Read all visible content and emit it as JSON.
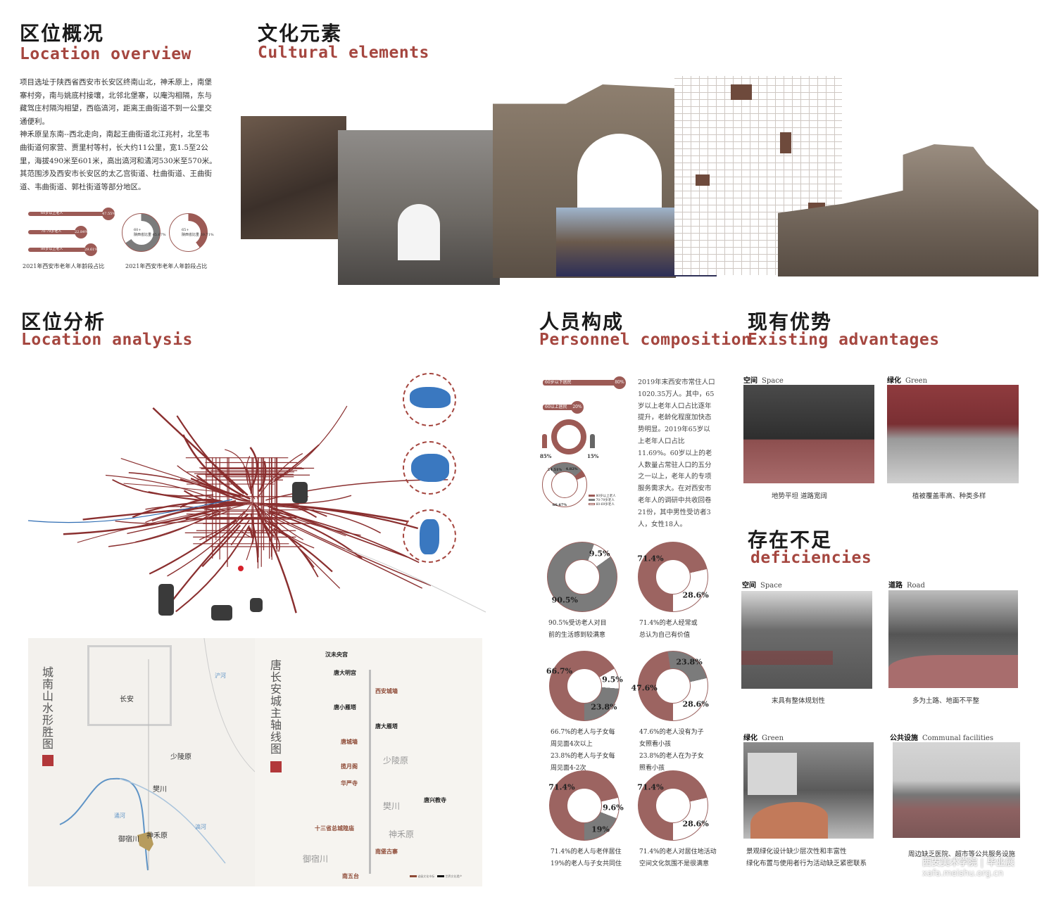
{
  "overview": {
    "title_cn": "区位概况",
    "title_en": "Location overview",
    "paragraphs": [
      "项目选址于陕西省西安市长安区终南山北，神禾原上，南堡寨村旁，南与姚底村接壤，北邻北堡寨，以庵沟相隔，东与藏驾庄村隔沟相望，西临滈河，距离王曲街道不到一公里交通便利。",
      "神禾原呈东南--西北走向，南起王曲街道北江兆村，北至韦曲街道何家营、贾里村等村，长大约11公里，宽1.5至2公里，海拔490米至601米，高出滈河和潏河530米至570米。",
      "其范围涉及西安市长安区的太乙宫街道、杜曲街道、王曲街道、韦曲街道、郭杜街道等部分地区。"
    ],
    "bars": [
      {
        "label": "60岁以上老人",
        "value": "47.55%",
        "fraction": 1.0
      },
      {
        "label": "70-79岁老人",
        "value": "22.84%",
        "fraction": 0.48
      },
      {
        "label": "80岁以上老人",
        "value": "29.61%",
        "fraction": 0.62
      }
    ],
    "rings": [
      {
        "label": "60+",
        "sub": "陕西省比重",
        "value": "65.67%",
        "fraction": 0.6567,
        "color": "#7b7b7b"
      },
      {
        "label": "65+",
        "sub": "陕西省比重",
        "value": "39.71%",
        "fraction": 0.3971,
        "color": "#9c5a55"
      }
    ],
    "caption_bars": "2021年西安市老年人年龄段占比",
    "caption_rings": "2021年西安市老年人年龄段占比"
  },
  "culture": {
    "title_cn": "文化元素",
    "title_en": "Cultural elements"
  },
  "analysis": {
    "title_cn": "区位分析",
    "title_en": "Location analysis",
    "map_left": {
      "title": "城南山水形胜图",
      "labels": [
        "长安",
        "少陵原",
        "樊川",
        "神禾原",
        "御宿川",
        "潏河",
        "浐河",
        "滈河"
      ]
    },
    "map_right": {
      "title": "唐长安城主轴线图",
      "landmarks": [
        {
          "name": "汉未央宫",
          "type": "world"
        },
        {
          "name": "唐大明宫",
          "type": "world"
        },
        {
          "name": "西安城墙",
          "type": "local"
        },
        {
          "name": "唐小雁塔",
          "type": "world"
        },
        {
          "name": "唐大雁塔",
          "type": "world"
        },
        {
          "name": "唐城墙",
          "type": "local"
        },
        {
          "name": "揽月阁",
          "type": "local"
        },
        {
          "name": "华严寺",
          "type": "local"
        },
        {
          "name": "唐兴教寺",
          "type": "world"
        },
        {
          "name": "十三省总城隍庙",
          "type": "local"
        },
        {
          "name": "南堡古寨",
          "type": "local"
        },
        {
          "name": "南五台",
          "type": "local"
        }
      ],
      "areas": [
        "少陵原",
        "樊川",
        "神禾原",
        "御宿川"
      ],
      "legend": [
        "省级文化市标",
        "世界文化遗产"
      ]
    }
  },
  "personnel": {
    "title_cn": "人员构成",
    "title_en": "Personnel composition",
    "bars": [
      {
        "label": "60岁以下居民",
        "value": "80%",
        "fraction": 0.8
      },
      {
        "label": "60以上居民",
        "value": "20%",
        "fraction": 0.2
      }
    ],
    "gender": {
      "female": "85%",
      "male": "15%"
    },
    "age_donut": {
      "segments": [
        {
          "label": "4.82%",
          "value": 4.82,
          "color": "#9c5a55"
        },
        {
          "label": "66.67%",
          "value": 66.67,
          "color": "#ffffff"
        },
        {
          "label": "24.51%",
          "value": 24.51,
          "color": "#7b7b7b"
        }
      ],
      "legend": [
        "80岁以上老人",
        "70-79岁老人",
        "60-69岁老人"
      ]
    },
    "text": "2019年末西安市常住人口1020.35万人。其中，65岁以上老年人口占比逐年提升，老龄化程度加快态势明显。2019年65岁以上老年人口占比11.69%。60岁以上的老人数量占常驻人口的五分之一以上，老年人的专项服务需求大。在对西安市老年人的调研中共收回卷21份，其中男性受访者3人，女性18人。",
    "survey": [
      {
        "segments": [
          {
            "label": "9.5%",
            "value": 9.5,
            "color": "#ffffff"
          },
          {
            "label": "90.5%",
            "value": 90.5,
            "color": "#7b7b7b"
          }
        ],
        "caption": [
          "90.5%受访老人对目",
          "前的生活感到较满意"
        ]
      },
      {
        "segments": [
          {
            "label": "71.4%",
            "value": 71.4,
            "color": "#9c6461"
          },
          {
            "label": "28.6%",
            "value": 28.6,
            "color": "#ffffff"
          }
        ],
        "caption": [
          "71.4%的老人经常或",
          "总认为自己有价值"
        ]
      },
      {
        "segments": [
          {
            "label": "66.7%",
            "value": 66.7,
            "color": "#9c6461"
          },
          {
            "label": "9.5%",
            "value": 9.5,
            "color": "#ffffff"
          },
          {
            "label": "23.8%",
            "value": 23.8,
            "color": "#7b7b7b"
          }
        ],
        "caption": [
          "66.7%的老人与子女每",
          "周见面4次以上",
          "23.8%的老人与子女每",
          "周见面4-2次"
        ]
      },
      {
        "segments": [
          {
            "label": "47.6%",
            "value": 47.6,
            "color": "#9c6461"
          },
          {
            "label": "23.8%",
            "value": 23.8,
            "color": "#7b7b7b"
          },
          {
            "label": "28.6%",
            "value": 28.6,
            "color": "#ffffff"
          }
        ],
        "caption": [
          "47.6%的老人没有为子",
          "女照看小孩",
          "23.8%的老人在为子女",
          "照看小孩"
        ]
      },
      {
        "segments": [
          {
            "label": "71.4%",
            "value": 71.4,
            "color": "#9c6461"
          },
          {
            "label": "9.6%",
            "value": 9.6,
            "color": "#ffffff"
          },
          {
            "label": "19%",
            "value": 19,
            "color": "#7b7b7b"
          }
        ],
        "caption": [
          "71.4%的老人与老伴居住",
          "19%的老人与子女共同住"
        ]
      },
      {
        "segments": [
          {
            "label": "71.4%",
            "value": 71.4,
            "color": "#9c6461"
          },
          {
            "label": "28.6%",
            "value": 28.6,
            "color": "#ffffff"
          }
        ],
        "caption": [
          "71.4%的老人对居住地活动",
          "空间文化氛围不是很满意"
        ]
      }
    ]
  },
  "advantages": {
    "title_cn": "现有优势",
    "title_en": "Existing advantages",
    "items": [
      {
        "cn": "空间",
        "en": "Space",
        "caption": "地势平坦 道路宽阔"
      },
      {
        "cn": "绿化",
        "en": "Green",
        "caption": "植被覆盖率高、种类多样"
      }
    ]
  },
  "deficiencies": {
    "title_cn": "存在不足",
    "title_en": "deficiencies",
    "items": [
      {
        "cn": "空间",
        "en": "Space",
        "caption": [
          "末具有整体规划性"
        ]
      },
      {
        "cn": "道路",
        "en": "Road",
        "caption": [
          "多为土路、地面不平整"
        ]
      },
      {
        "cn": "绿化",
        "en": "Green",
        "caption": [
          "景观绿化设计缺少层次性和丰富性",
          "绿化布置与使用者行为活动缺乏紧密联系"
        ]
      },
      {
        "cn": "公共设施",
        "en": "Communal facilities",
        "caption": [
          "周边缺乏医院、超市等公共服务设施"
        ]
      }
    ]
  },
  "watermark": {
    "school": "西安美术学院",
    "event": "毕业展",
    "url": "xafa.meishu.org.cn"
  },
  "colors": {
    "accent": "#a5463f",
    "donut_red": "#9c6461",
    "donut_gray": "#7b7b7b",
    "road": "#8a2f2f",
    "water": "#2f6db3"
  }
}
